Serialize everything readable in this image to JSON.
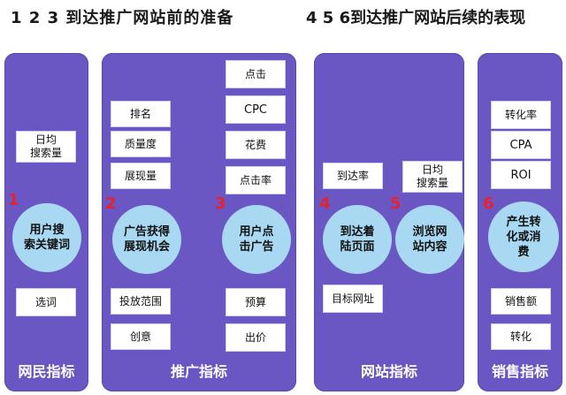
{
  "header": {
    "left": "1 2 3  到达推广网站前的准备",
    "right": "4 5 6到达推广网站后续的表现"
  },
  "columns": {
    "netizen": {
      "title": "网民指标",
      "boxes": [
        "日均\n搜索量",
        "选词"
      ],
      "step": "1",
      "circle": "用户搜\n索关键词"
    },
    "promo": {
      "title": "推广指标",
      "boxes_left": [
        "排名",
        "质量度",
        "展现量",
        "投放范围",
        "创意"
      ],
      "boxes_right": [
        "点击",
        "CPC",
        "花费",
        "点击率",
        "预算",
        "出价"
      ],
      "step2": "2",
      "circle2": "广告获得\n展现机会",
      "step3": "3",
      "circle3": "用户点\n击广告"
    },
    "site": {
      "title": "网站指标",
      "boxes": [
        "到达率",
        "日均\n搜索量",
        "目标网址"
      ],
      "step4": "4",
      "circle4": "到达着\n陆页面",
      "step5": "5",
      "circle5": "浏览网\n站内容"
    },
    "sales": {
      "title": "销售指标",
      "boxes": [
        "转化率",
        "CPA",
        "ROI",
        "销售额",
        "转化"
      ],
      "step": "6",
      "circle": "产生转\n化或消\n费"
    }
  }
}
